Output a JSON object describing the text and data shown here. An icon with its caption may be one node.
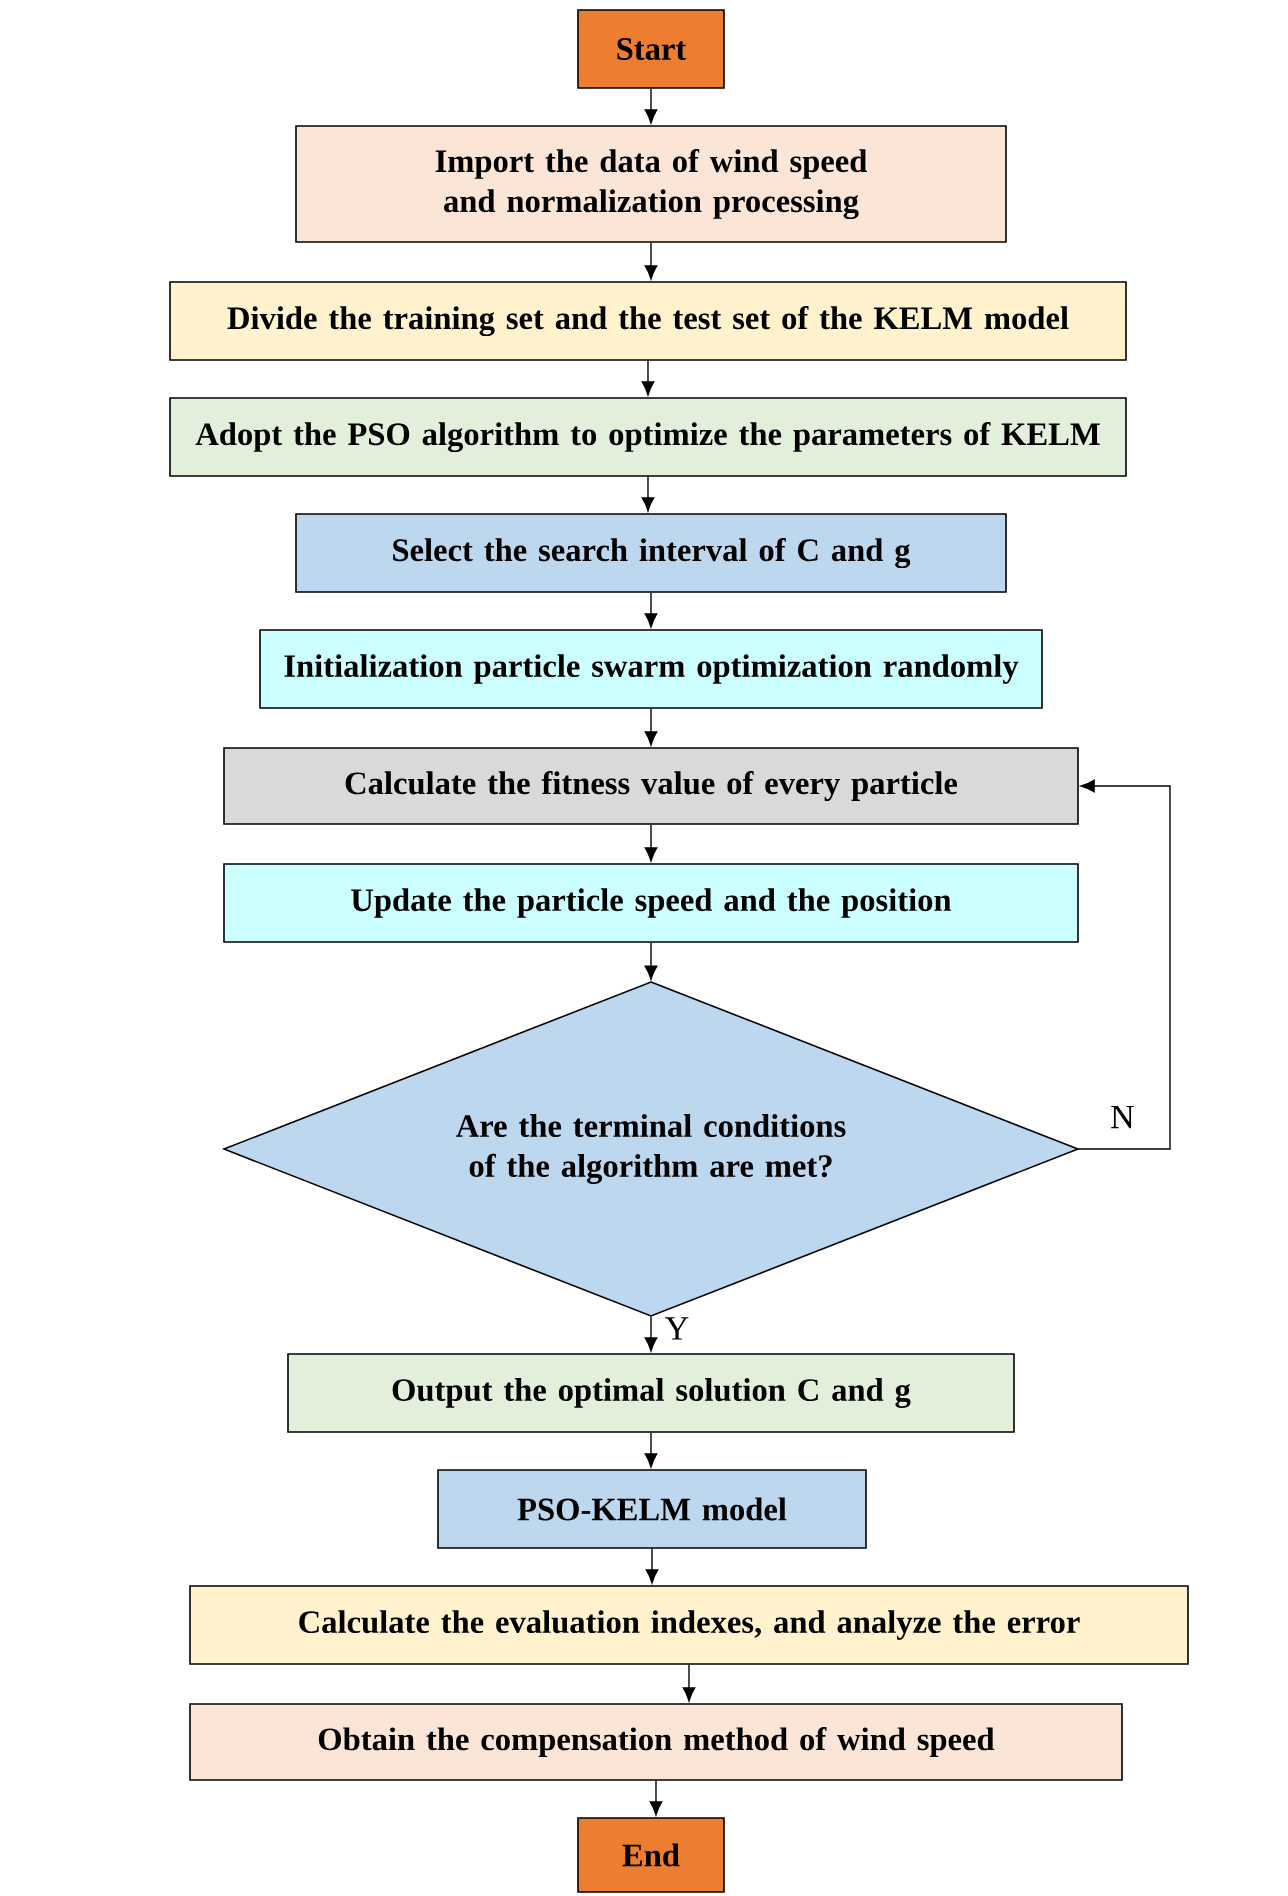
{
  "diagram": {
    "nodes": [
      {
        "text": [
          "Start"
        ]
      },
      {
        "text": [
          "Import the data of wind speed and normalization processing"
        ]
      },
      {
        "text": [
          "Divide the training set and the test set of the KELM model"
        ]
      },
      {
        "text": [
          "Adopt the PSO algorithm to optimize the parameters of KELM"
        ]
      },
      {
        "text": [
          "Select the search interval of C and g"
        ]
      },
      {
        "text": [
          "Initialization particle swarm optimization randomly"
        ]
      },
      {
        "text": [
          "Calculate the fitness value of every particle"
        ]
      },
      {
        "text": [
          "Update the particle speed and the position"
        ]
      },
      {
        "text": [
          "Are the terminal conditions of the algorithm are met?"
        ]
      },
      {
        "text": [
          "Output the optimal solution C and g"
        ]
      },
      {
        "text": [
          "PSO-KELM model"
        ]
      },
      {
        "text": [
          "Calculate the evaluation indexes, and analyze the error"
        ]
      },
      {
        "text": [
          "Obtain the compensation method of wind speed"
        ]
      },
      {
        "text": [
          "End"
        ]
      }
    ],
    "edges": [
      {
        "from": 0,
        "to": 1,
        "arrow": "to"
      },
      {
        "from": 1,
        "to": 2,
        "arrow": "to"
      },
      {
        "from": 2,
        "to": 3,
        "arrow": "to"
      },
      {
        "from": 3,
        "to": 4,
        "arrow": "to"
      },
      {
        "from": 4,
        "to": 5,
        "arrow": "to"
      },
      {
        "from": 5,
        "to": 6,
        "arrow": "to"
      },
      {
        "from": 6,
        "to": 7,
        "arrow": "to"
      },
      {
        "from": 7,
        "to": 8,
        "arrow": "to"
      },
      {
        "from": 8,
        "to": 6,
        "arrow": "to",
        "label": "N"
      },
      {
        "from": 8,
        "to": 9,
        "arrow": "to",
        "label": "Y"
      },
      {
        "from": 9,
        "to": 10,
        "arrow": "to"
      },
      {
        "from": 10,
        "to": 11,
        "arrow": "to"
      },
      {
        "from": 11,
        "to": 12,
        "arrow": "to"
      },
      {
        "from": 12,
        "to": 13,
        "arrow": "to"
      }
    ]
  }
}
